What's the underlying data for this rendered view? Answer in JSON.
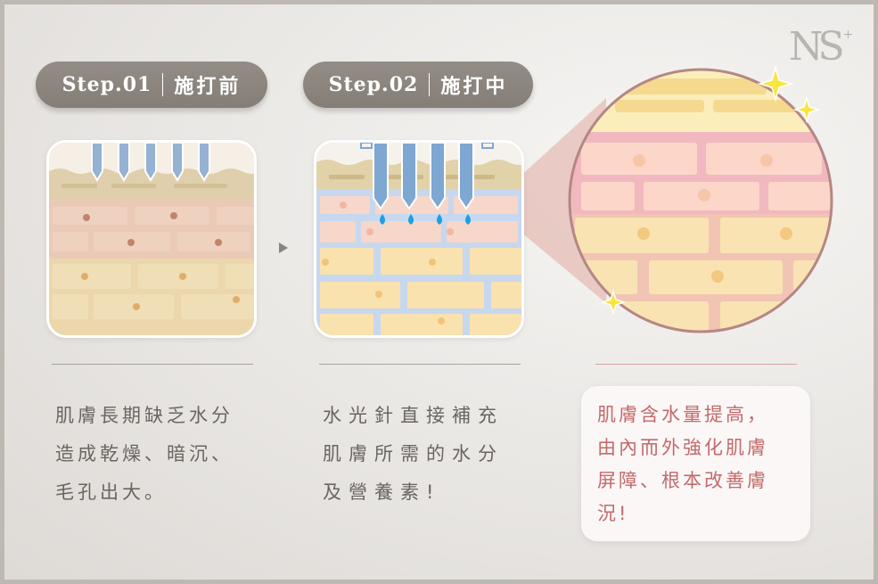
{
  "brand": {
    "logo_text": "NS",
    "logo_plus": "+"
  },
  "steps": [
    {
      "step_label": "Step.01",
      "title": "施打前",
      "description": "肌膚長期缺乏水分\n造成乾燥、暗沉、\n毛孔出大。"
    },
    {
      "step_label": "Step.02",
      "title": "施打中",
      "description": "水光針直接補充\n肌膚所需的水分\n及營養素!"
    }
  ],
  "result": {
    "description": "肌膚含水量提高，\n由內而外強化肌膚\n屏障、根本改善膚\n況!"
  },
  "colors": {
    "pill": "#8a847d",
    "text": "#6b6560",
    "result_text": "#c26a6a",
    "skin_top": "#e0cfa8",
    "skin_pink": "#f2c4b4",
    "skin_yellow": "#f6dfab",
    "water": "#5aa8d8",
    "needle": "#7fa8cf"
  }
}
